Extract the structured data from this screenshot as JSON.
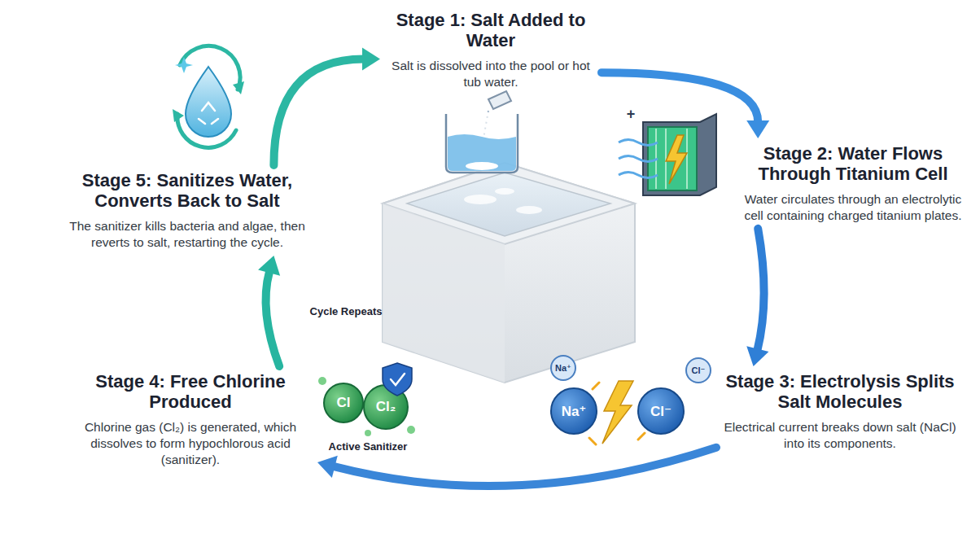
{
  "diagram": {
    "nodes": [
      {
        "text": [
          "Stage 1: Salt Added to Water",
          "Salt is dissolved into the pool or hot tub water."
        ]
      },
      {
        "text": [
          "Stage 2: Water Flows Through Titanium Cell",
          "Water circulates through an electrolytic cell containing charged titanium plates."
        ]
      },
      {
        "text": [
          "Stage 3: Electrolysis Splits Salt Molecules",
          "Electrical current breaks down salt (NaCl) into its components."
        ]
      },
      {
        "text": [
          "Stage 4: Free Chlorine Produced",
          "Chlorine gas (Cl₂) is generated, which dissolves to form hypochlorous acid (sanitizer)."
        ]
      },
      {
        "text": [
          "Stage 5: Sanitizes Water, Converts Back to Salt",
          "The sanitizer kills bacteria and algae, then reverts to salt, restarting the cycle."
        ]
      }
    ],
    "edges": [
      {
        "from": 0,
        "to": 1,
        "arrow": "to"
      },
      {
        "from": 1,
        "to": 2,
        "arrow": "to"
      },
      {
        "from": 2,
        "to": 3,
        "arrow": "to"
      },
      {
        "from": 3,
        "to": 4,
        "arrow": "to"
      },
      {
        "from": 4,
        "to": 0,
        "arrow": "to"
      }
    ],
    "labels": [
      "Cycle Repeats",
      "Active Sanitizer",
      "Na⁺",
      "Cl⁻",
      "Na⁺",
      "Cl⁻",
      "Cl",
      "Cl₂",
      "+"
    ]
  }
}
